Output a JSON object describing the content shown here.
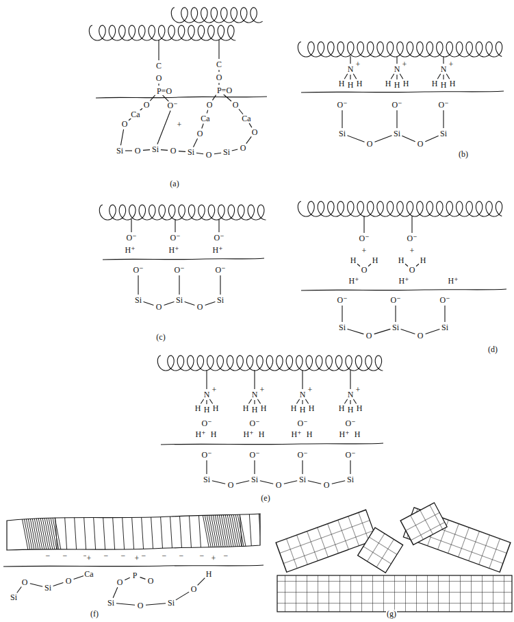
{
  "diagram": {
    "labels": [
      "C",
      "O",
      "P=O",
      "O",
      "O⁻",
      "Ca",
      "O",
      "+",
      "Si",
      "O",
      "Si",
      "O",
      "Si",
      "O",
      "Si",
      "O",
      "C",
      "O",
      "P=O",
      "O",
      "O",
      "Ca",
      "O",
      "Ca",
      "O",
      "(a)",
      "N",
      "+",
      "H",
      "H",
      "H",
      "N",
      "+",
      "H",
      "H",
      "H",
      "N",
      "+",
      "H",
      "H",
      "H",
      "O⁻",
      "O⁻",
      "O⁻",
      "Si",
      "O",
      "Si",
      "O",
      "Si",
      "(b)",
      "O⁻",
      "H⁺",
      "O⁻",
      "H⁺",
      "O⁻",
      "H⁺",
      "O⁻",
      "O⁻",
      "O⁻",
      "Si",
      "O",
      "Si",
      "O",
      "Si",
      "(c)",
      "O⁻",
      "+",
      "H",
      "O",
      "H",
      "O⁻",
      "+",
      "H",
      "O",
      "H",
      "H⁺",
      "H⁺",
      "H⁺",
      "O⁻",
      "O⁻",
      "O⁻",
      "Si",
      "O",
      "Si",
      "O",
      "Si",
      "(d)",
      "N",
      "+",
      "H",
      "H",
      "H",
      "O⁻",
      "H⁺",
      "H",
      "N",
      "+",
      "H",
      "H",
      "H",
      "O⁻",
      "H⁺",
      "H",
      "N",
      "+",
      "H",
      "H",
      "H",
      "O⁻",
      "H⁺",
      "H",
      "N",
      "+",
      "H",
      "H",
      "H",
      "O⁻",
      "H⁺",
      "H",
      "O⁻",
      "O⁻",
      "O⁻",
      "O⁻",
      "Si",
      "O",
      "Si",
      "O",
      "Si",
      "O",
      "Si",
      "(e)",
      "−",
      "−",
      "−",
      "−",
      "−",
      "−",
      "−",
      "−",
      "−",
      "−",
      "+",
      "+",
      "+",
      "Si",
      "O",
      "Si",
      "O",
      "Ca",
      "O",
      "P",
      "O",
      "Si",
      "O",
      "Si",
      "O",
      "H",
      "(f)",
      "(g)"
    ]
  }
}
